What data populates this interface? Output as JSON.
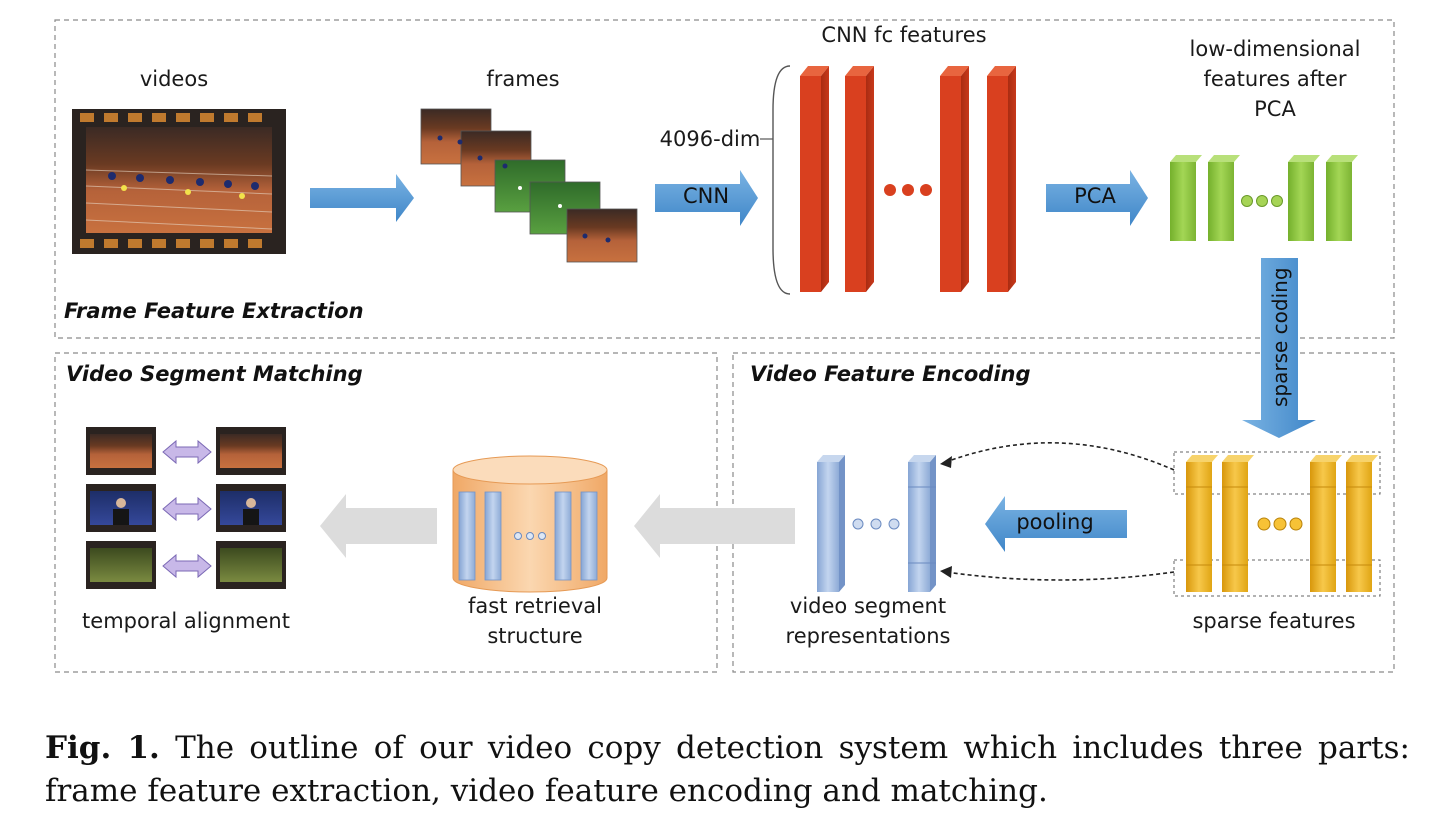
{
  "sections": {
    "frame_feature_extraction": "Frame Feature Extraction",
    "video_segment_matching": "Video Segment Matching",
    "video_feature_encoding": "Video Feature Encoding"
  },
  "labels": {
    "videos": "videos",
    "frames": "frames",
    "cnn_fc_features": "CNN fc features",
    "dim": "4096-dim",
    "low_dim_1": "low-dimensional",
    "low_dim_2": "features after",
    "low_dim_3": "PCA",
    "sparse_features": "sparse features",
    "video_segment_1": "video segment",
    "video_segment_2": "representations",
    "fast_retrieval_1": "fast retrieval",
    "fast_retrieval_2": "structure",
    "temporal_alignment": "temporal alignment"
  },
  "arrows": {
    "cnn": "CNN",
    "pca": "PCA",
    "sparse_coding": "sparse coding",
    "pooling": "pooling"
  },
  "caption": {
    "prefix": "Fig. 1.",
    "text": "The outline of our video copy detection system which includes three parts: frame feature extraction, video feature encoding and matching."
  },
  "colors": {
    "cnn_bars": "#d9401f",
    "pca_bars": "#8fc63d",
    "sparse_bars": "#f0b41c",
    "segment_bars": "#9db8de",
    "db_cylinder": "#f5c08e",
    "arrow_blue": "#4e94d0",
    "arrow_gray": "#d9d9d9",
    "box_border": "#8a8a8a"
  }
}
